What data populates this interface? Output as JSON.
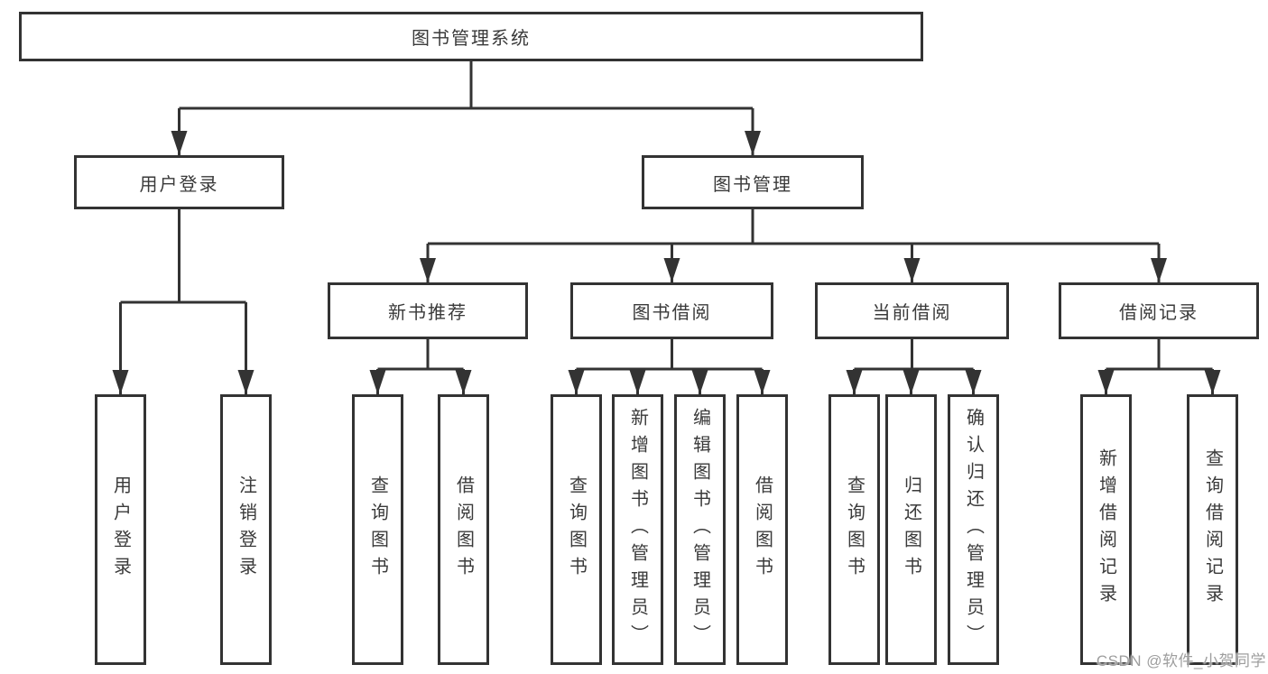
{
  "colors": {
    "line": "#333333",
    "border": "#333333",
    "text": "#3a3a3a",
    "watermark": "#9e9e9e",
    "background": "#ffffff"
  },
  "nodes": {
    "root": {
      "label": "图书管理系统"
    },
    "level2": [
      {
        "label": "用户登录"
      },
      {
        "label": "图书管理"
      }
    ],
    "level3": [
      {
        "label": "新书推荐"
      },
      {
        "label": "图书借阅"
      },
      {
        "label": "当前借阅"
      },
      {
        "label": "借阅记录"
      }
    ],
    "leaves": [
      {
        "label": "用户登录"
      },
      {
        "label": "注销登录"
      },
      {
        "label": "查询图书"
      },
      {
        "label": "借阅图书"
      },
      {
        "label": "查询图书"
      },
      {
        "label": "新增图书（管理员）"
      },
      {
        "label": "编辑图书（管理员）"
      },
      {
        "label": "借阅图书"
      },
      {
        "label": "查询图书"
      },
      {
        "label": "归还图书"
      },
      {
        "label": "确认归还（管理员）"
      },
      {
        "label": "新增借阅记录"
      },
      {
        "label": "查询借阅记录"
      }
    ]
  },
  "watermark": {
    "text": "CSDN @软件_小贺同学"
  }
}
